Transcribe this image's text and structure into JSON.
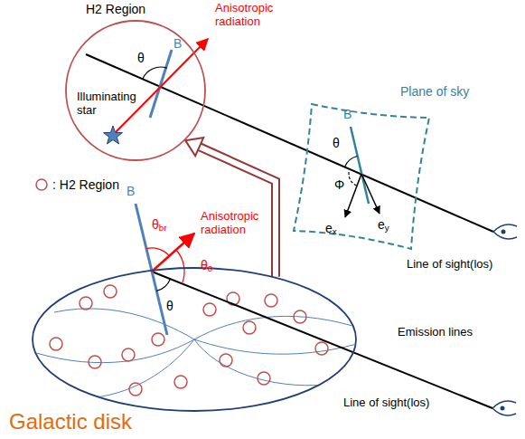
{
  "diagram": {
    "nodes": [
      {
        "text": [
          "H2 Region",
          "Illuminating star"
        ]
      },
      {
        "text": [
          "Plane of sky"
        ]
      },
      {
        "text": [
          "Galactic disk"
        ]
      }
    ],
    "edges": [
      {
        "from": 2,
        "to": 0,
        "arrow": "to"
      }
    ],
    "labels": [
      "Anisotropic radiation",
      "B",
      "θ",
      "B",
      "θ",
      "Φ",
      "ex",
      "ey",
      "Line of sight(los)",
      "B",
      "θbr",
      "Anisotropic radiation",
      "θ0",
      "θ",
      "Emission lines",
      "Line of sight(los)"
    ],
    "legend": [
      {
        "text": ": H2 Region"
      }
    ]
  }
}
